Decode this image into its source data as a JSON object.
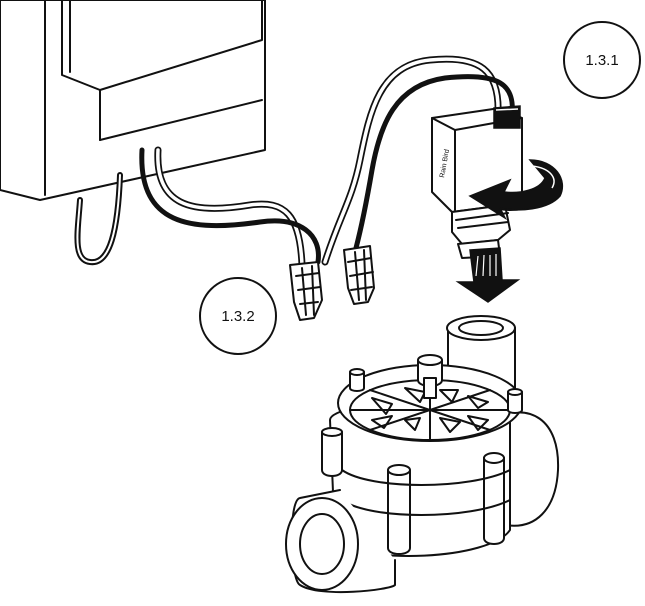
{
  "callouts": [
    {
      "id": "step-1-3-1",
      "label": "1.3.1"
    },
    {
      "id": "step-1-3-2",
      "label": "1.3.2"
    }
  ],
  "solenoid_brand_text": "Rain Bird",
  "colors": {
    "line": "#111111",
    "background": "#ffffff"
  }
}
